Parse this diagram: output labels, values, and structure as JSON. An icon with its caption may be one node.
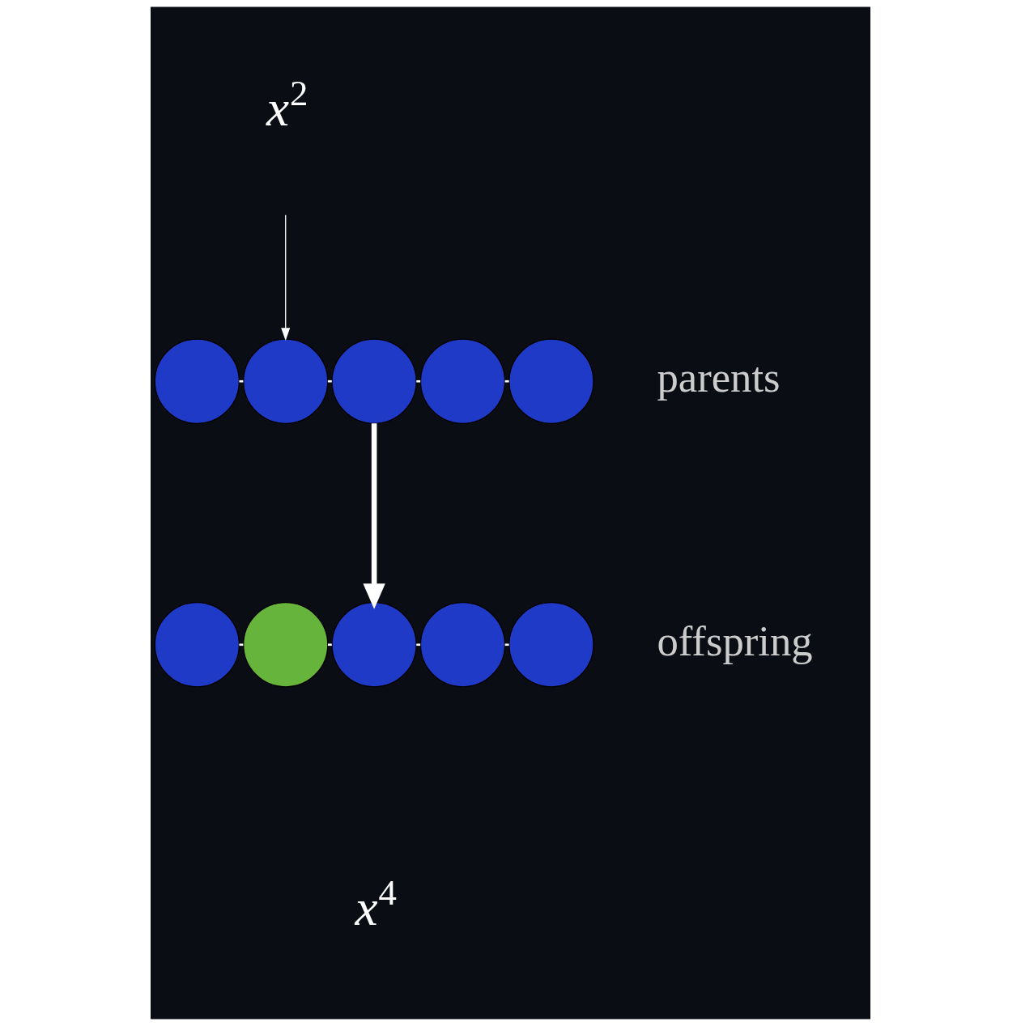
{
  "diagram": {
    "nodes": [
      {
        "text": [
          "*x*$^{2}$"
        ]
      },
      {
        "text": [],
        "shape": "circle"
      },
      {
        "text": [],
        "shape": "circle"
      },
      {
        "text": [],
        "shape": "circle"
      },
      {
        "text": [],
        "shape": "circle"
      },
      {
        "text": [],
        "shape": "circle"
      },
      {
        "text": [],
        "shape": "circle"
      },
      {
        "text": [],
        "shape": "circle"
      },
      {
        "text": [],
        "shape": "circle"
      },
      {
        "text": [],
        "shape": "circle"
      },
      {
        "text": [],
        "shape": "circle"
      }
    ],
    "edges": [
      {
        "from": 0,
        "to": 2,
        "arrow": "to"
      },
      {
        "from": 1,
        "to": 2,
        "arrow": "none"
      },
      {
        "from": 2,
        "to": 3,
        "arrow": "none"
      },
      {
        "from": 3,
        "to": 4,
        "arrow": "none"
      },
      {
        "from": 4,
        "to": 5,
        "arrow": "none"
      },
      {
        "from": 3,
        "to": 8,
        "arrow": "to",
        "style": "thick"
      },
      {
        "from": 6,
        "to": 7,
        "arrow": "none"
      },
      {
        "from": 7,
        "to": 8,
        "arrow": "none"
      },
      {
        "from": 8,
        "to": 9,
        "arrow": "none"
      },
      {
        "from": 9,
        "to": 10,
        "arrow": "none"
      }
    ],
    "labels": [
      "parents",
      "offspring",
      "*x*$^{4}$"
    ]
  }
}
